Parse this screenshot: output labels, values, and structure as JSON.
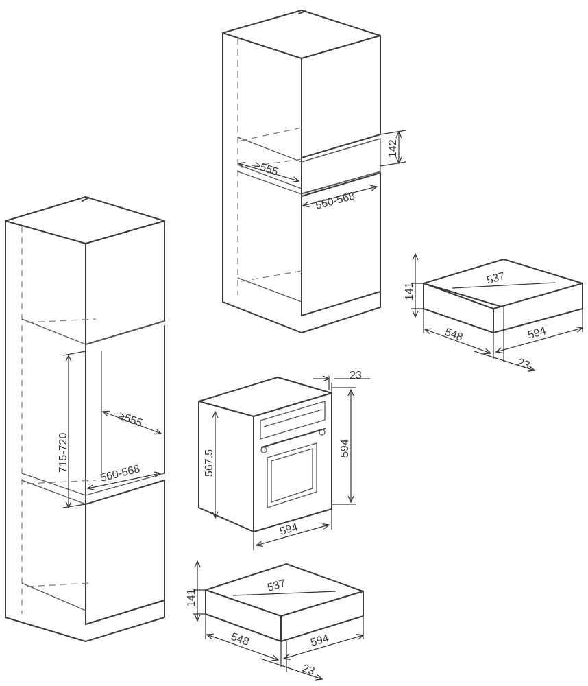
{
  "dimensions": {
    "upper_cabinet": {
      "gap_height": "142",
      "depth": "≥555",
      "width": "560-568"
    },
    "tall_cabinet": {
      "niche_height": "715-720",
      "depth": "≥555",
      "width": "560-568"
    },
    "drawer_top_right": {
      "height": "141",
      "inner_width": "537",
      "depth": "548",
      "width": "594",
      "front": "23"
    },
    "oven": {
      "front": "23",
      "height_front": "594",
      "height_body": "567.5",
      "width": "594"
    },
    "drawer_bottom": {
      "height": "141",
      "inner_width": "537",
      "depth": "548",
      "width": "594",
      "front": "23"
    }
  }
}
